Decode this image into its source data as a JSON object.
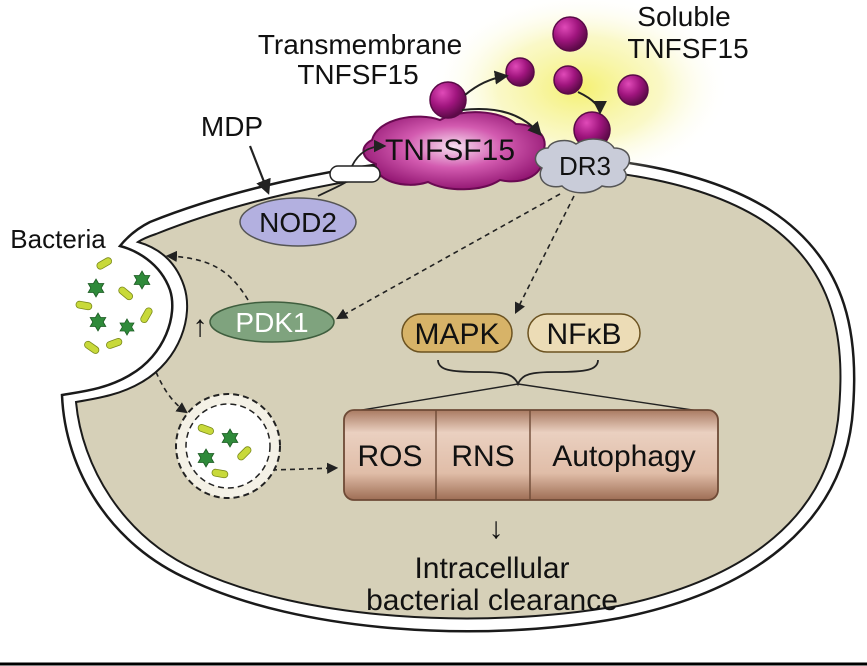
{
  "labels": {
    "transmembrane": [
      "Transmembrane",
      "TNFSF15"
    ],
    "soluble": [
      "Soluble",
      "TNFSF15"
    ],
    "mdp": "MDP",
    "tnfsf15": "TNFSF15",
    "dr3": "DR3",
    "nod2": "NOD2",
    "bacteria": "Bacteria",
    "pdk1": "PDK1",
    "pdk1_arrow": "↑",
    "mapk": "MAPK",
    "nfkb": "NFκB",
    "ros": "ROS",
    "rns": "RNS",
    "autophagy": "Autophagy",
    "clearance_arrow": "↓",
    "clearance": [
      "Intracellular",
      "bacterial clearance"
    ]
  },
  "colors": {
    "cytoplasm": "#d6d0b8",
    "membrane_edge": "#1a1a1a",
    "ligand": "#a0157e",
    "ligand_glow": "#f2ee7a",
    "receptor": "#c9ccd9",
    "nod2": "#b3b0e0",
    "pdk1": "#7fa37e",
    "mapk": "#d7b368",
    "nfkb": "#ecdcb6",
    "effector_box": "#d9b8a6",
    "bacteria_green": "#2f8a3a",
    "bacteria_yellow": "#c8d93a"
  }
}
